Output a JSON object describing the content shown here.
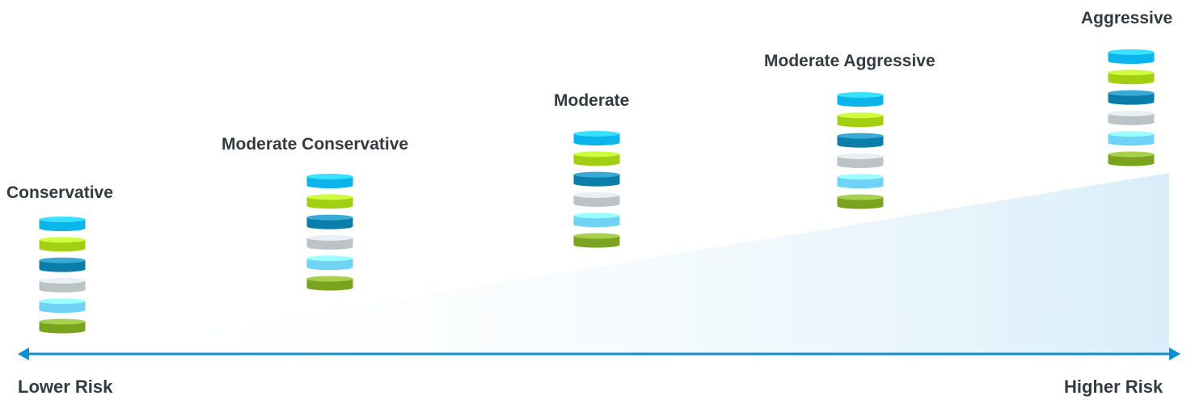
{
  "levels": [
    {
      "label": "Conservative"
    },
    {
      "label": "Moderate Conservative"
    },
    {
      "label": "Moderate"
    },
    {
      "label": "Moderate Aggressive"
    },
    {
      "label": "Aggressive"
    }
  ],
  "axis": {
    "left_label": "Lower Risk",
    "right_label": "Higher Risk"
  },
  "colors": {
    "disc_colors": [
      "#0bb4ea",
      "#a3cf12",
      "#0a7ea8",
      "#bcc3c6",
      "#6fd3f5",
      "#7aa41f"
    ],
    "axis_color": "#0d8fd0",
    "wedge_color": "#d9eef9",
    "text_color": "#333a40"
  }
}
